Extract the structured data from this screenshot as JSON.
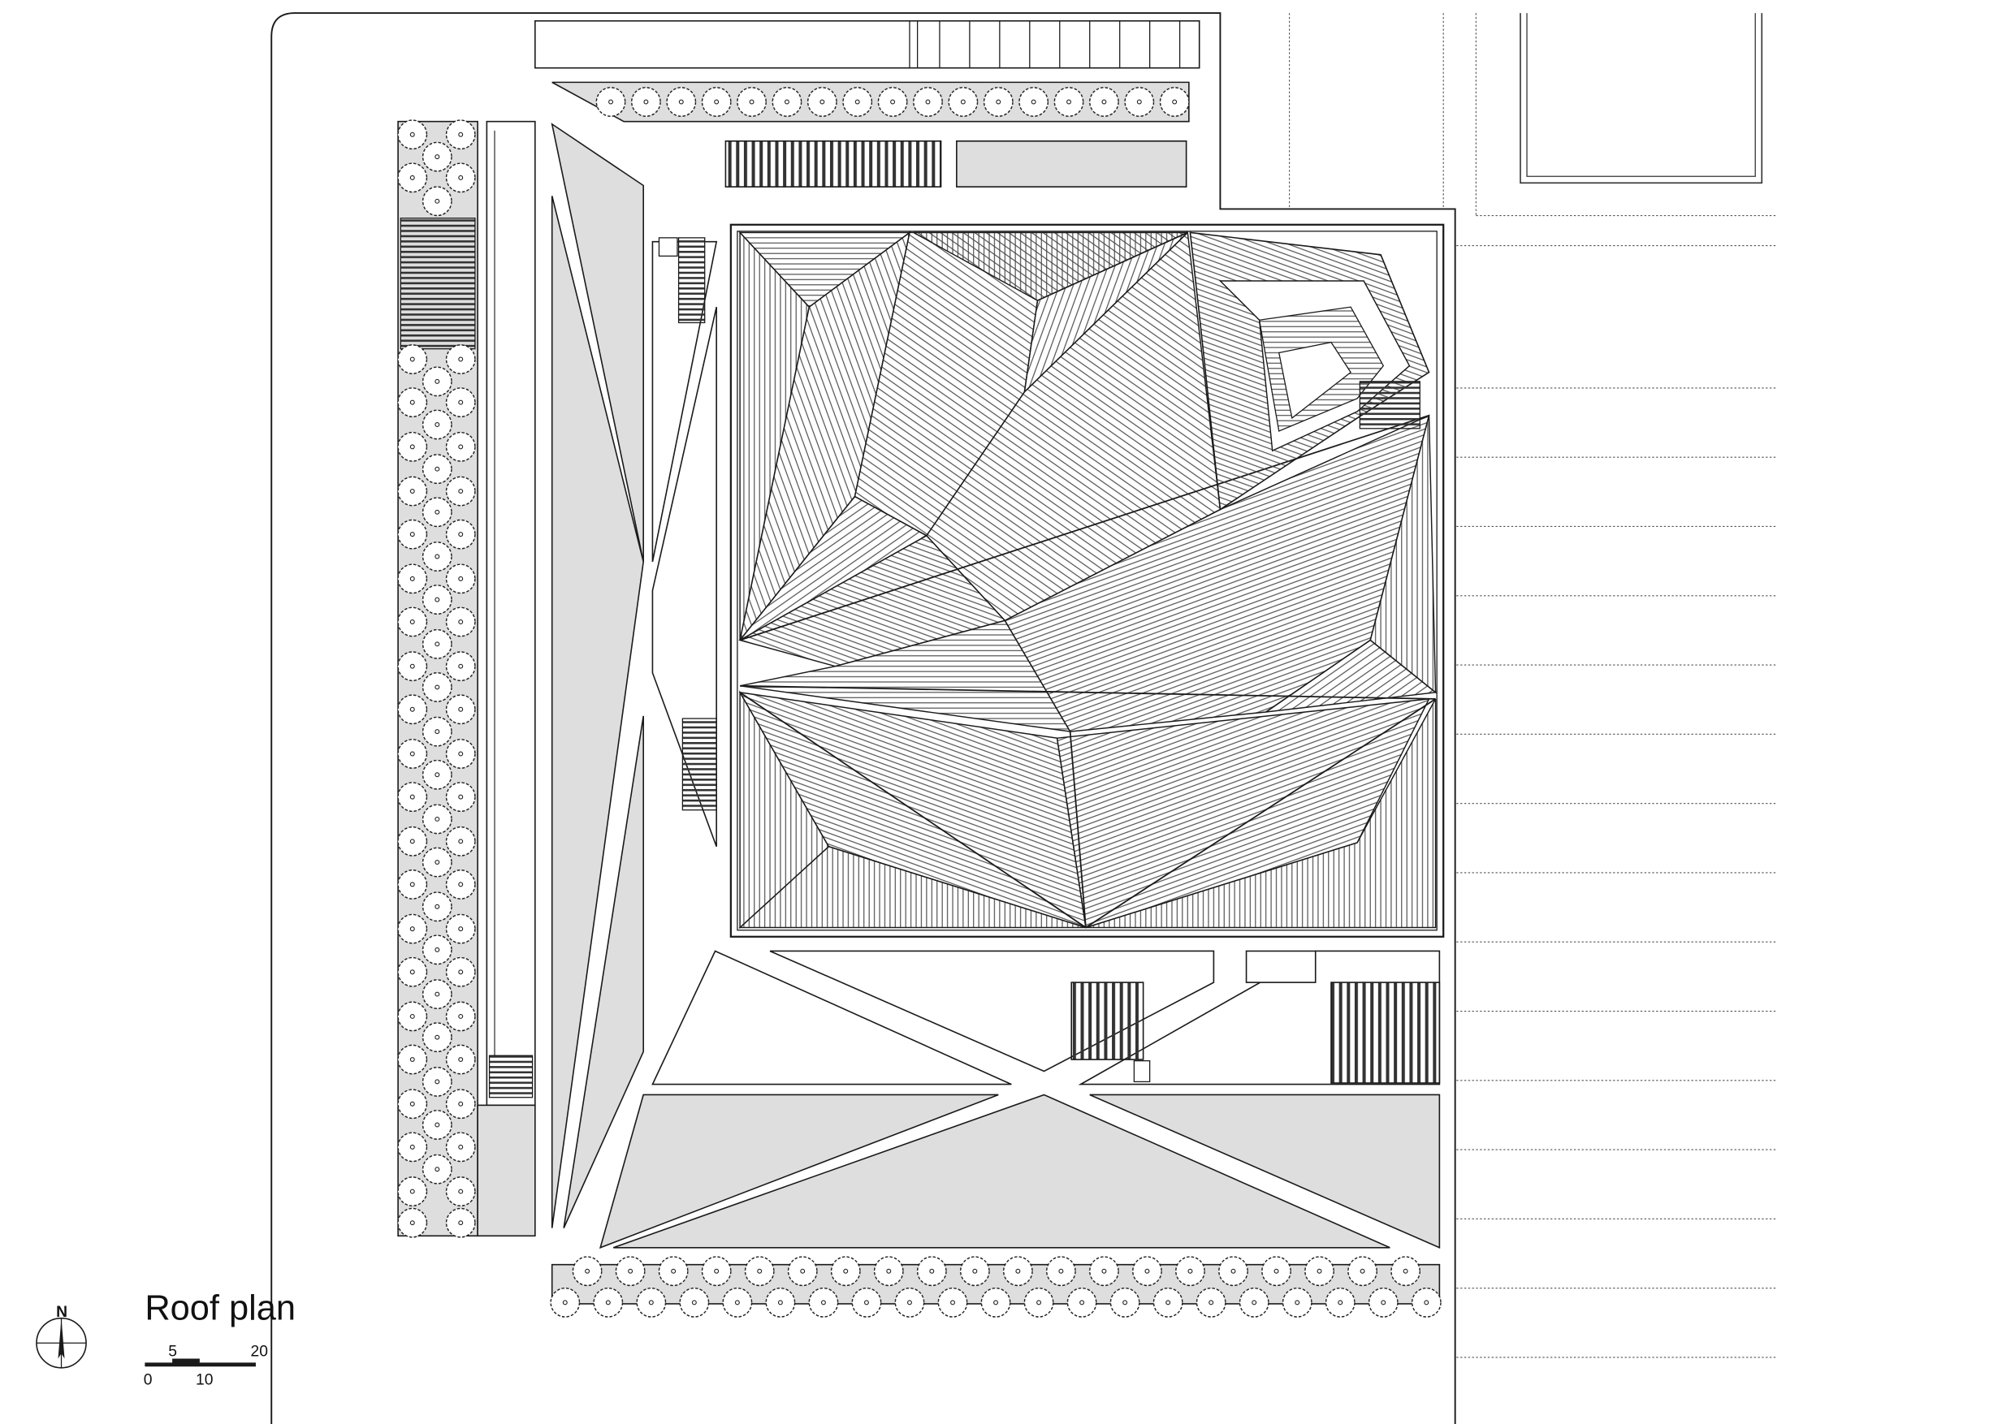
{
  "title": "Roof plan",
  "north_label": "N",
  "scale_bar": {
    "labels_top": [
      "5",
      "20"
    ],
    "labels_bottom": [
      "0",
      "10"
    ]
  },
  "colors": {
    "line": "#1a1a1a",
    "hatch": "#3a3a3a",
    "green_area": "#dedede",
    "background": "#ffffff"
  },
  "icons": [
    "north-arrow-icon",
    "tree-icon",
    "scale-bar-icon"
  ]
}
